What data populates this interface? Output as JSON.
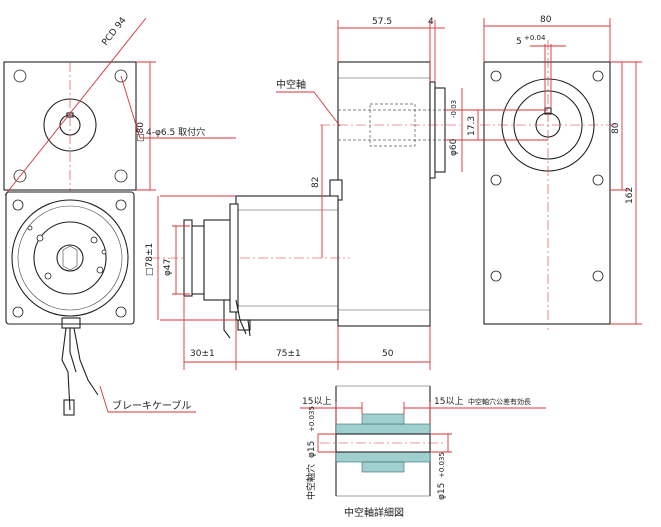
{
  "labels": {
    "hollow_shaft": "中空軸",
    "brake_cable": "ブレーキケーブル",
    "pcd": "PCD 94",
    "mount_holes": "4-φ6.5 取付穴",
    "square80": "□80",
    "square78": "□78±1",
    "dia47": "φ47",
    "dim_57_5": "57.5",
    "dim_4": "4",
    "dim_80_top": "80",
    "keyway": "5",
    "keyway_tol": "+0.04",
    "bore_dia": "φ60",
    "bore_tol": "-0.03",
    "dim_17_3": "17.3",
    "dim_80_side": "80",
    "dim_162": "162",
    "dim_82": "82",
    "dim_30": "30±1",
    "dim_75": "75±1",
    "dim_50": "50",
    "detail_title": "中空軸詳細図",
    "detail_15_left": "15以上",
    "detail_15_right": "15以上",
    "detail_right_note": "中空軸穴公差有効長",
    "detail_bore_label": "中空軸穴",
    "detail_bore_dia": "φ15",
    "detail_bore_tol": "+0.035",
    "detail_dia_right": "φ15",
    "detail_tol_right": "+0.035"
  }
}
